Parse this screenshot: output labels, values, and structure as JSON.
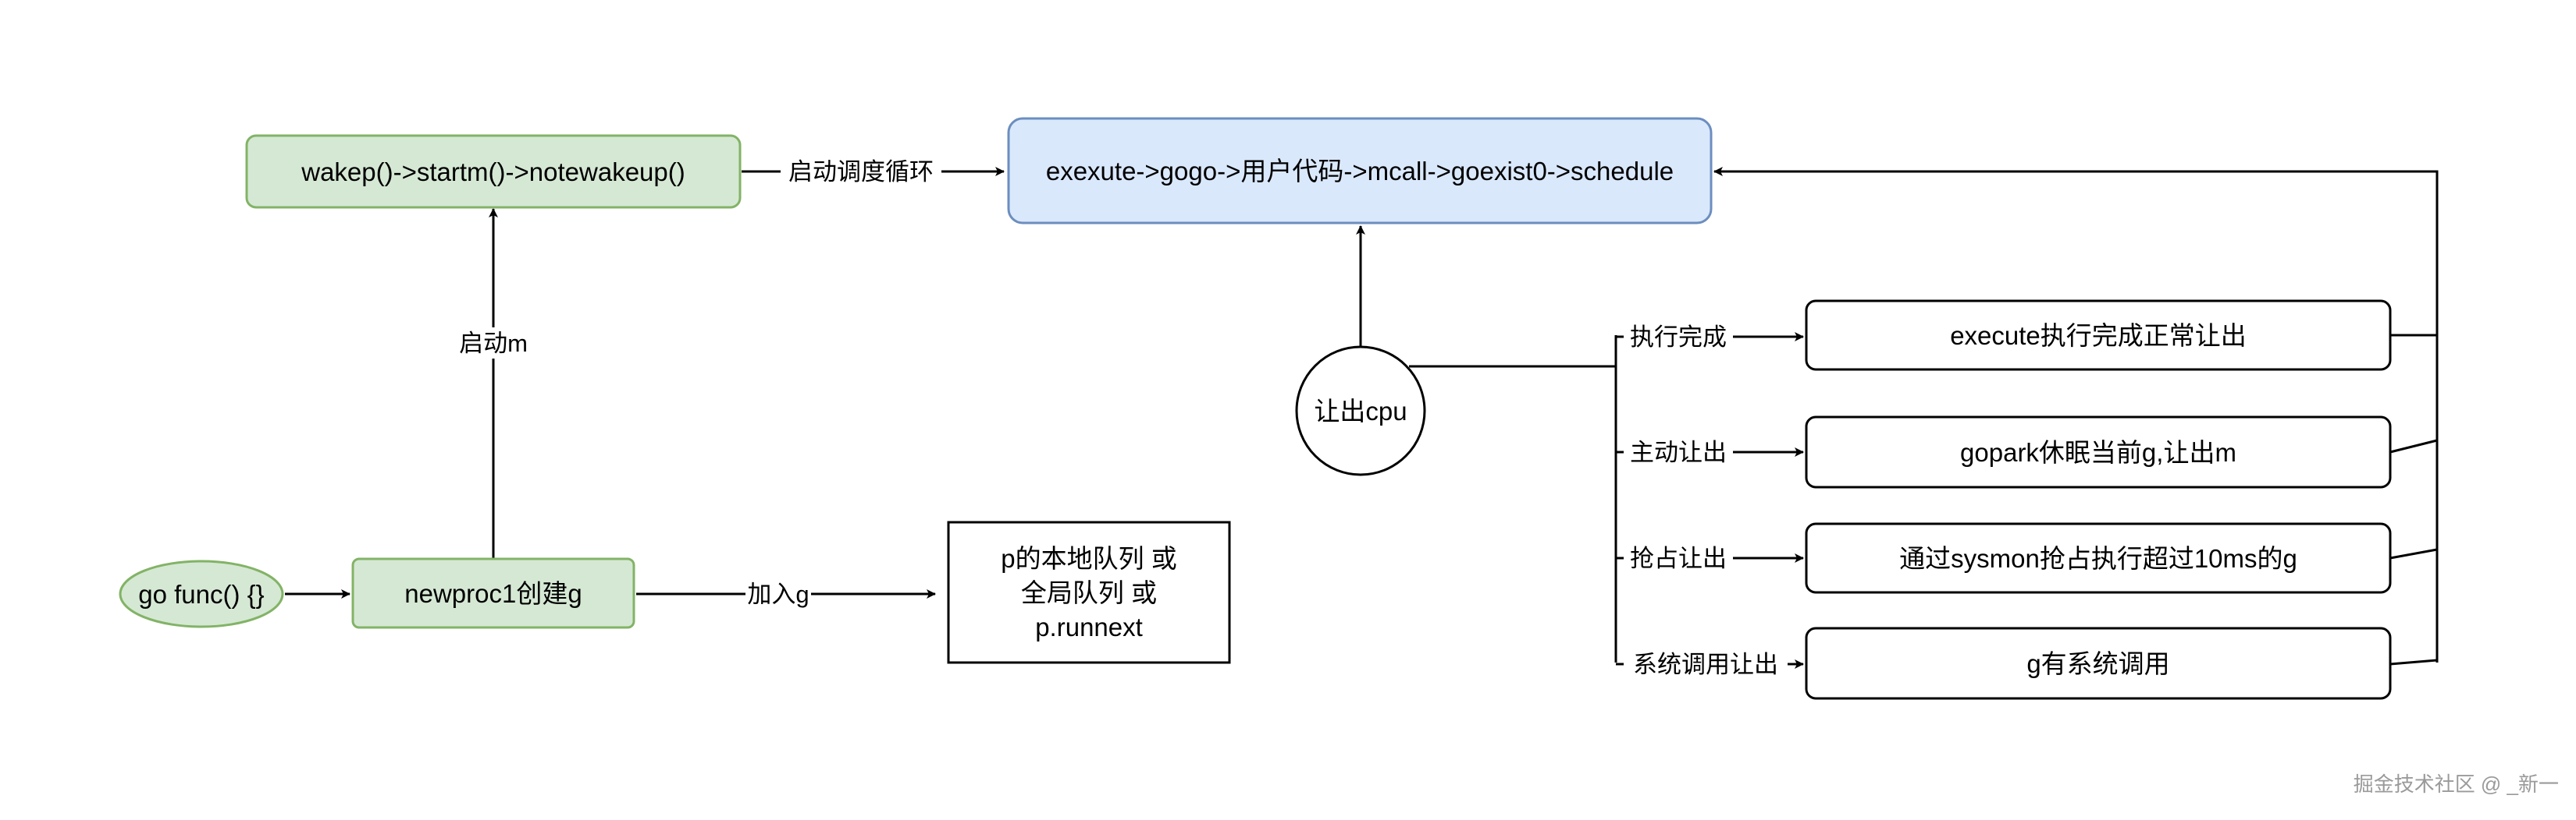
{
  "nodes": {
    "wakep": {
      "label": "wakep()->startm()->notewakeup()"
    },
    "schedule_loop": {
      "label": "exexute->gogo->用户代码->mcall->goexist0->schedule"
    },
    "go_func": {
      "label": "go func() {}"
    },
    "newproc": {
      "label": "newproc1创建g"
    },
    "queue": {
      "lines": [
        "p的本地队列 或",
        "全局队列 或",
        "p.runnext"
      ]
    },
    "yield_cpu": {
      "label": "让出cpu"
    },
    "exec_done": {
      "label": "execute执行完成正常让出"
    },
    "gopark": {
      "label": "gopark休眠当前g,让出m"
    },
    "preempt": {
      "label": "通过sysmon抢占执行超过10ms的g"
    },
    "syscall": {
      "label": "g有系统调用"
    }
  },
  "edges": {
    "start_loop": "启动调度循环",
    "start_m": "启动m",
    "add_g": "加入g",
    "exec_complete": "执行完成",
    "voluntary_yield": "主动让出",
    "preempt_yield": "抢占让出",
    "syscall_yield": "系统调用让出"
  },
  "watermark": "掘金技术社区 @ _新一",
  "colors": {
    "green_fill": "#d5e8d4",
    "green_stroke": "#82b366",
    "blue_fill": "#dae8fc",
    "blue_stroke": "#6c8ebf",
    "line": "#000000"
  }
}
